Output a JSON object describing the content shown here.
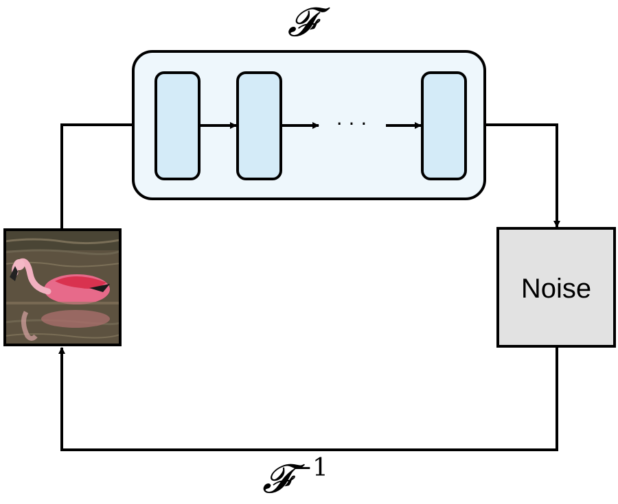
{
  "forward_label": "𝓕",
  "inverse_label": {
    "base": "𝓕",
    "exponent": "−1"
  },
  "noise_label": "Noise",
  "ellipsis": "· · ·",
  "colors": {
    "line": "#000000",
    "container_fill": "#eef7fc",
    "layer_fill": "#d4ebf8",
    "noise_fill": "#e2e2e2"
  },
  "icons": {
    "input_image": "flamingo-photo-icon"
  }
}
